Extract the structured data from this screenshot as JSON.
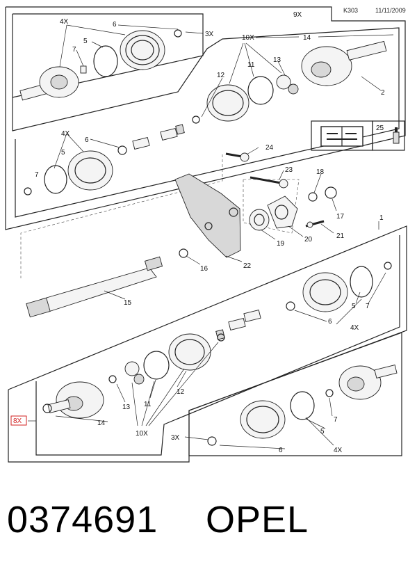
{
  "header": {
    "code": "K303",
    "date": "11/11/2009"
  },
  "callouts": {
    "n9x": "9X",
    "n3x_top": "3X",
    "n4x_a": "4X",
    "n6_a": "6",
    "n5_a": "5",
    "n7_a": "7",
    "n10x_top": "10X",
    "n14_top": "14",
    "n11_top": "11",
    "n13_top": "13",
    "n12_top": "12",
    "n2": "2",
    "n4x_b": "4X",
    "n6_b": "6",
    "n5_b": "5",
    "n7_b": "7",
    "n24": "24",
    "n25": "25",
    "n23": "23",
    "n18": "18",
    "n17": "17",
    "n21": "21",
    "n19": "19",
    "n20": "20",
    "n22": "22",
    "n16": "16",
    "n15": "15",
    "n1": "1",
    "n5_c": "5",
    "n7_c": "7",
    "n6_c": "6",
    "n4x_c": "4X",
    "n8x": "8X",
    "n13_bot": "13",
    "n11_bot": "11",
    "n12_bot": "12",
    "n14_bot": "14",
    "n10x_bot": "10X",
    "n3x_bot": "3X",
    "n7_d": "7",
    "n5_d": "5",
    "n6_d": "6",
    "n4x_d": "4X"
  },
  "icons": {
    "manual": "manual-wrench-icon",
    "grease": "grease-tube-icon"
  },
  "footer": {
    "part_number": "0374691",
    "brand": "OPEL"
  },
  "colors": {
    "line": "#222222",
    "highlight": "#d22222"
  }
}
